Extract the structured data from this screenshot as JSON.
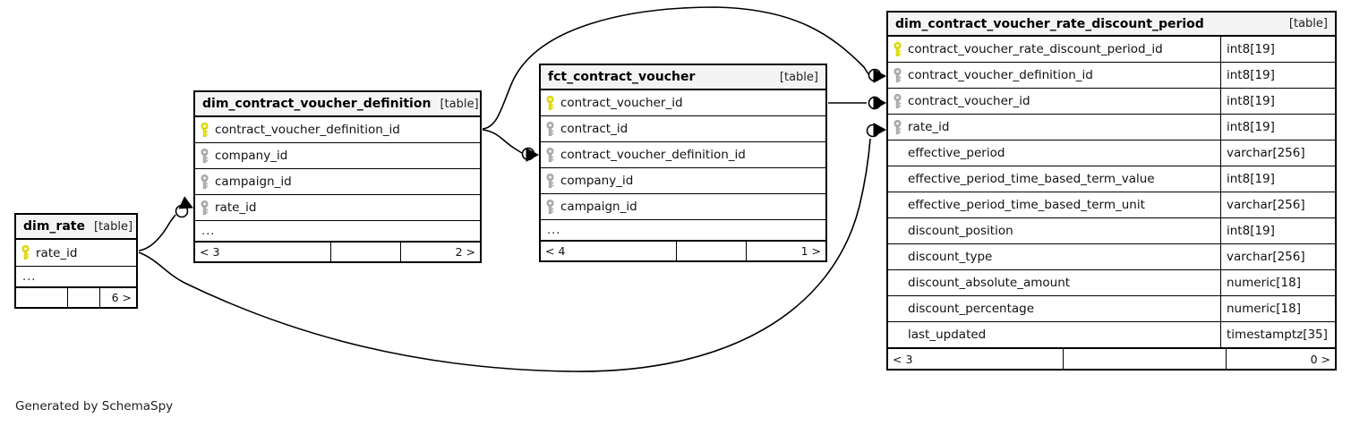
{
  "diagram": {
    "credit": "Generated by SchemaSpy",
    "table_tag": "[table]",
    "ellipsis": "...",
    "colors": {
      "primary_key": "#e8e317",
      "foreign_key": "#b3b3b3",
      "header_bg": "#f4f4f4",
      "border": "#000000",
      "background": "#ffffff"
    }
  },
  "tables": [
    {
      "id": "dim_rate",
      "name": "dim_rate",
      "tag": "[table]",
      "columns": [
        {
          "name": "rate_id",
          "type": "",
          "key": "primary"
        }
      ],
      "has_ellipsis": true,
      "footer": {
        "left": "",
        "middle": "",
        "right": "6 >"
      }
    },
    {
      "id": "dim_contract_voucher_definition",
      "name": "dim_contract_voucher_definition",
      "tag": "[table]",
      "columns": [
        {
          "name": "contract_voucher_definition_id",
          "type": "",
          "key": "primary"
        },
        {
          "name": "company_id",
          "type": "",
          "key": "foreign"
        },
        {
          "name": "campaign_id",
          "type": "",
          "key": "foreign"
        },
        {
          "name": "rate_id",
          "type": "",
          "key": "foreign"
        }
      ],
      "has_ellipsis": true,
      "footer": {
        "left": "< 3",
        "middle": "",
        "right": "2 >"
      }
    },
    {
      "id": "fct_contract_voucher",
      "name": "fct_contract_voucher",
      "tag": "[table]",
      "columns": [
        {
          "name": "contract_voucher_id",
          "type": "",
          "key": "primary"
        },
        {
          "name": "contract_id",
          "type": "",
          "key": "foreign"
        },
        {
          "name": "contract_voucher_definition_id",
          "type": "",
          "key": "foreign"
        },
        {
          "name": "company_id",
          "type": "",
          "key": "foreign"
        },
        {
          "name": "campaign_id",
          "type": "",
          "key": "foreign"
        }
      ],
      "has_ellipsis": true,
      "footer": {
        "left": "< 4",
        "middle": "",
        "right": "1 >"
      }
    },
    {
      "id": "dim_contract_voucher_rate_discount_period",
      "name": "dim_contract_voucher_rate_discount_period",
      "tag": "[table]",
      "columns": [
        {
          "name": "contract_voucher_rate_discount_period_id",
          "type": "int8[19]",
          "key": "primary"
        },
        {
          "name": "contract_voucher_definition_id",
          "type": "int8[19]",
          "key": "foreign"
        },
        {
          "name": "contract_voucher_id",
          "type": "int8[19]",
          "key": "foreign"
        },
        {
          "name": "rate_id",
          "type": "int8[19]",
          "key": "foreign"
        },
        {
          "name": "effective_period",
          "type": "varchar[256]",
          "key": "none"
        },
        {
          "name": "effective_period_time_based_term_value",
          "type": "int8[19]",
          "key": "none"
        },
        {
          "name": "effective_period_time_based_term_unit",
          "type": "varchar[256]",
          "key": "none"
        },
        {
          "name": "discount_position",
          "type": "int8[19]",
          "key": "none"
        },
        {
          "name": "discount_type",
          "type": "varchar[256]",
          "key": "none"
        },
        {
          "name": "discount_absolute_amount",
          "type": "numeric[18]",
          "key": "none"
        },
        {
          "name": "discount_percentage",
          "type": "numeric[18]",
          "key": "none"
        },
        {
          "name": "last_updated",
          "type": "timestamptz[35]",
          "key": "none"
        }
      ],
      "has_ellipsis": false,
      "footer": {
        "left": "< 3",
        "middle": "",
        "right": "0 >"
      }
    }
  ],
  "relationships": [
    {
      "from": "dim_contract_voucher_definition.contract_voucher_definition_id",
      "to": "dim_contract_voucher_rate_discount_period.contract_voucher_definition_id",
      "notation": "zero-or-many"
    },
    {
      "from": "dim_contract_voucher_definition.contract_voucher_definition_id",
      "to": "fct_contract_voucher.contract_voucher_definition_id",
      "notation": "zero-or-many"
    },
    {
      "from": "fct_contract_voucher.contract_voucher_id",
      "to": "dim_contract_voucher_rate_discount_period.contract_voucher_id",
      "notation": "zero-or-many"
    },
    {
      "from": "dim_rate.rate_id",
      "to": "dim_contract_voucher_definition.rate_id",
      "notation": "zero-or-many"
    },
    {
      "from": "dim_rate.rate_id",
      "to": "dim_contract_voucher_rate_discount_period.rate_id",
      "notation": "zero-or-many"
    }
  ]
}
